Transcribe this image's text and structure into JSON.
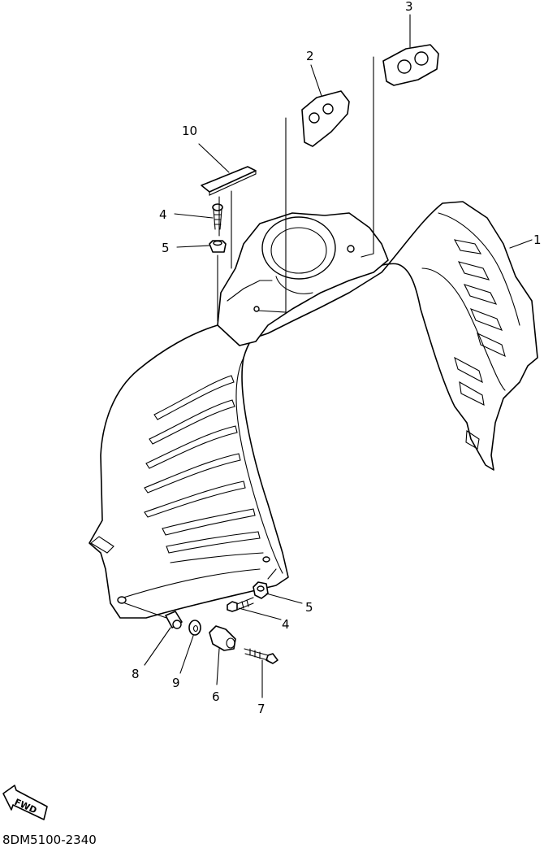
{
  "callouts": {
    "p1": "1",
    "p2": "2",
    "p3": "3",
    "p4_top": "4",
    "p5_top": "5",
    "p10": "10",
    "p5_bottom": "5",
    "p4_bottom": "4",
    "p8": "8",
    "p9": "9",
    "p6": "6",
    "p7": "7"
  },
  "direction_badge": "FWD",
  "drawing_code": "8DM5100-2340"
}
